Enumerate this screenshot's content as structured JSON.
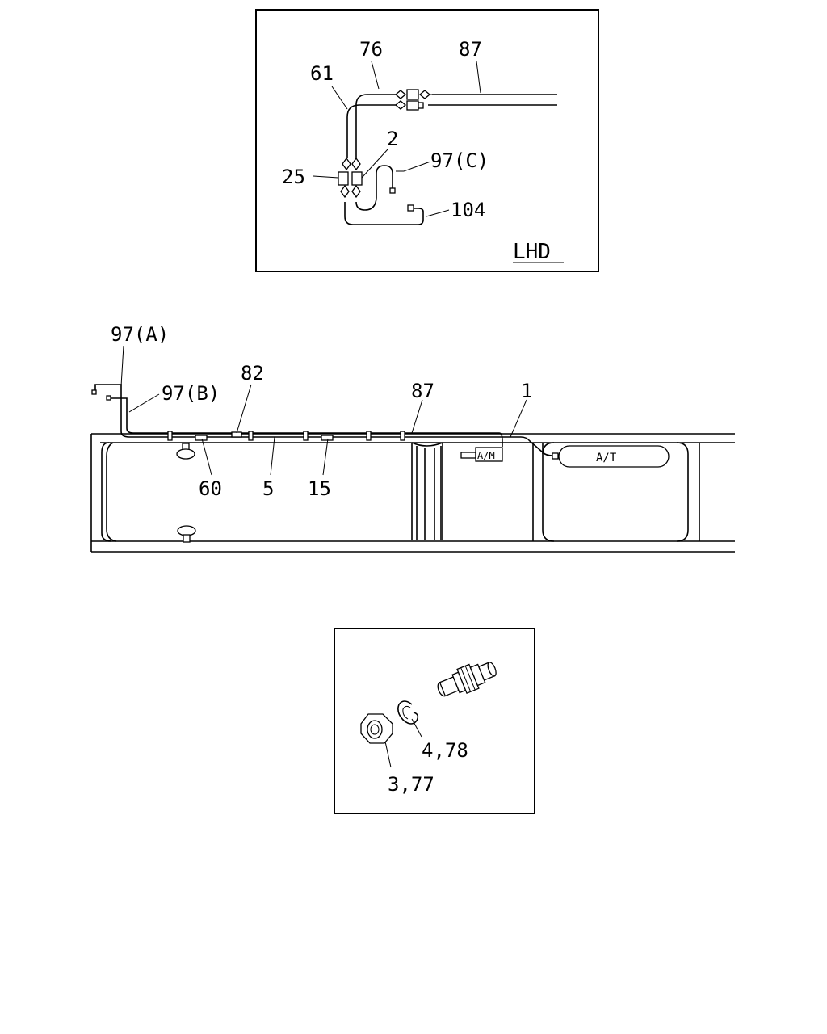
{
  "inset_top": {
    "labels": {
      "p76": "76",
      "p87": "87",
      "p61": "61",
      "p2": "2",
      "p97c": "97(C)",
      "p25": "25",
      "p104": "104"
    },
    "caption": "LHD"
  },
  "main": {
    "labels": {
      "p97a": "97(A)",
      "p97b": "97(B)",
      "p82": "82",
      "p87": "87",
      "p1": "1",
      "p60": "60",
      "p5": "5",
      "p15": "15"
    },
    "component_am": "A/M",
    "component_at": "A/T"
  },
  "inset_bottom": {
    "labels": {
      "p478": "4,78",
      "p377": "3,77"
    }
  }
}
